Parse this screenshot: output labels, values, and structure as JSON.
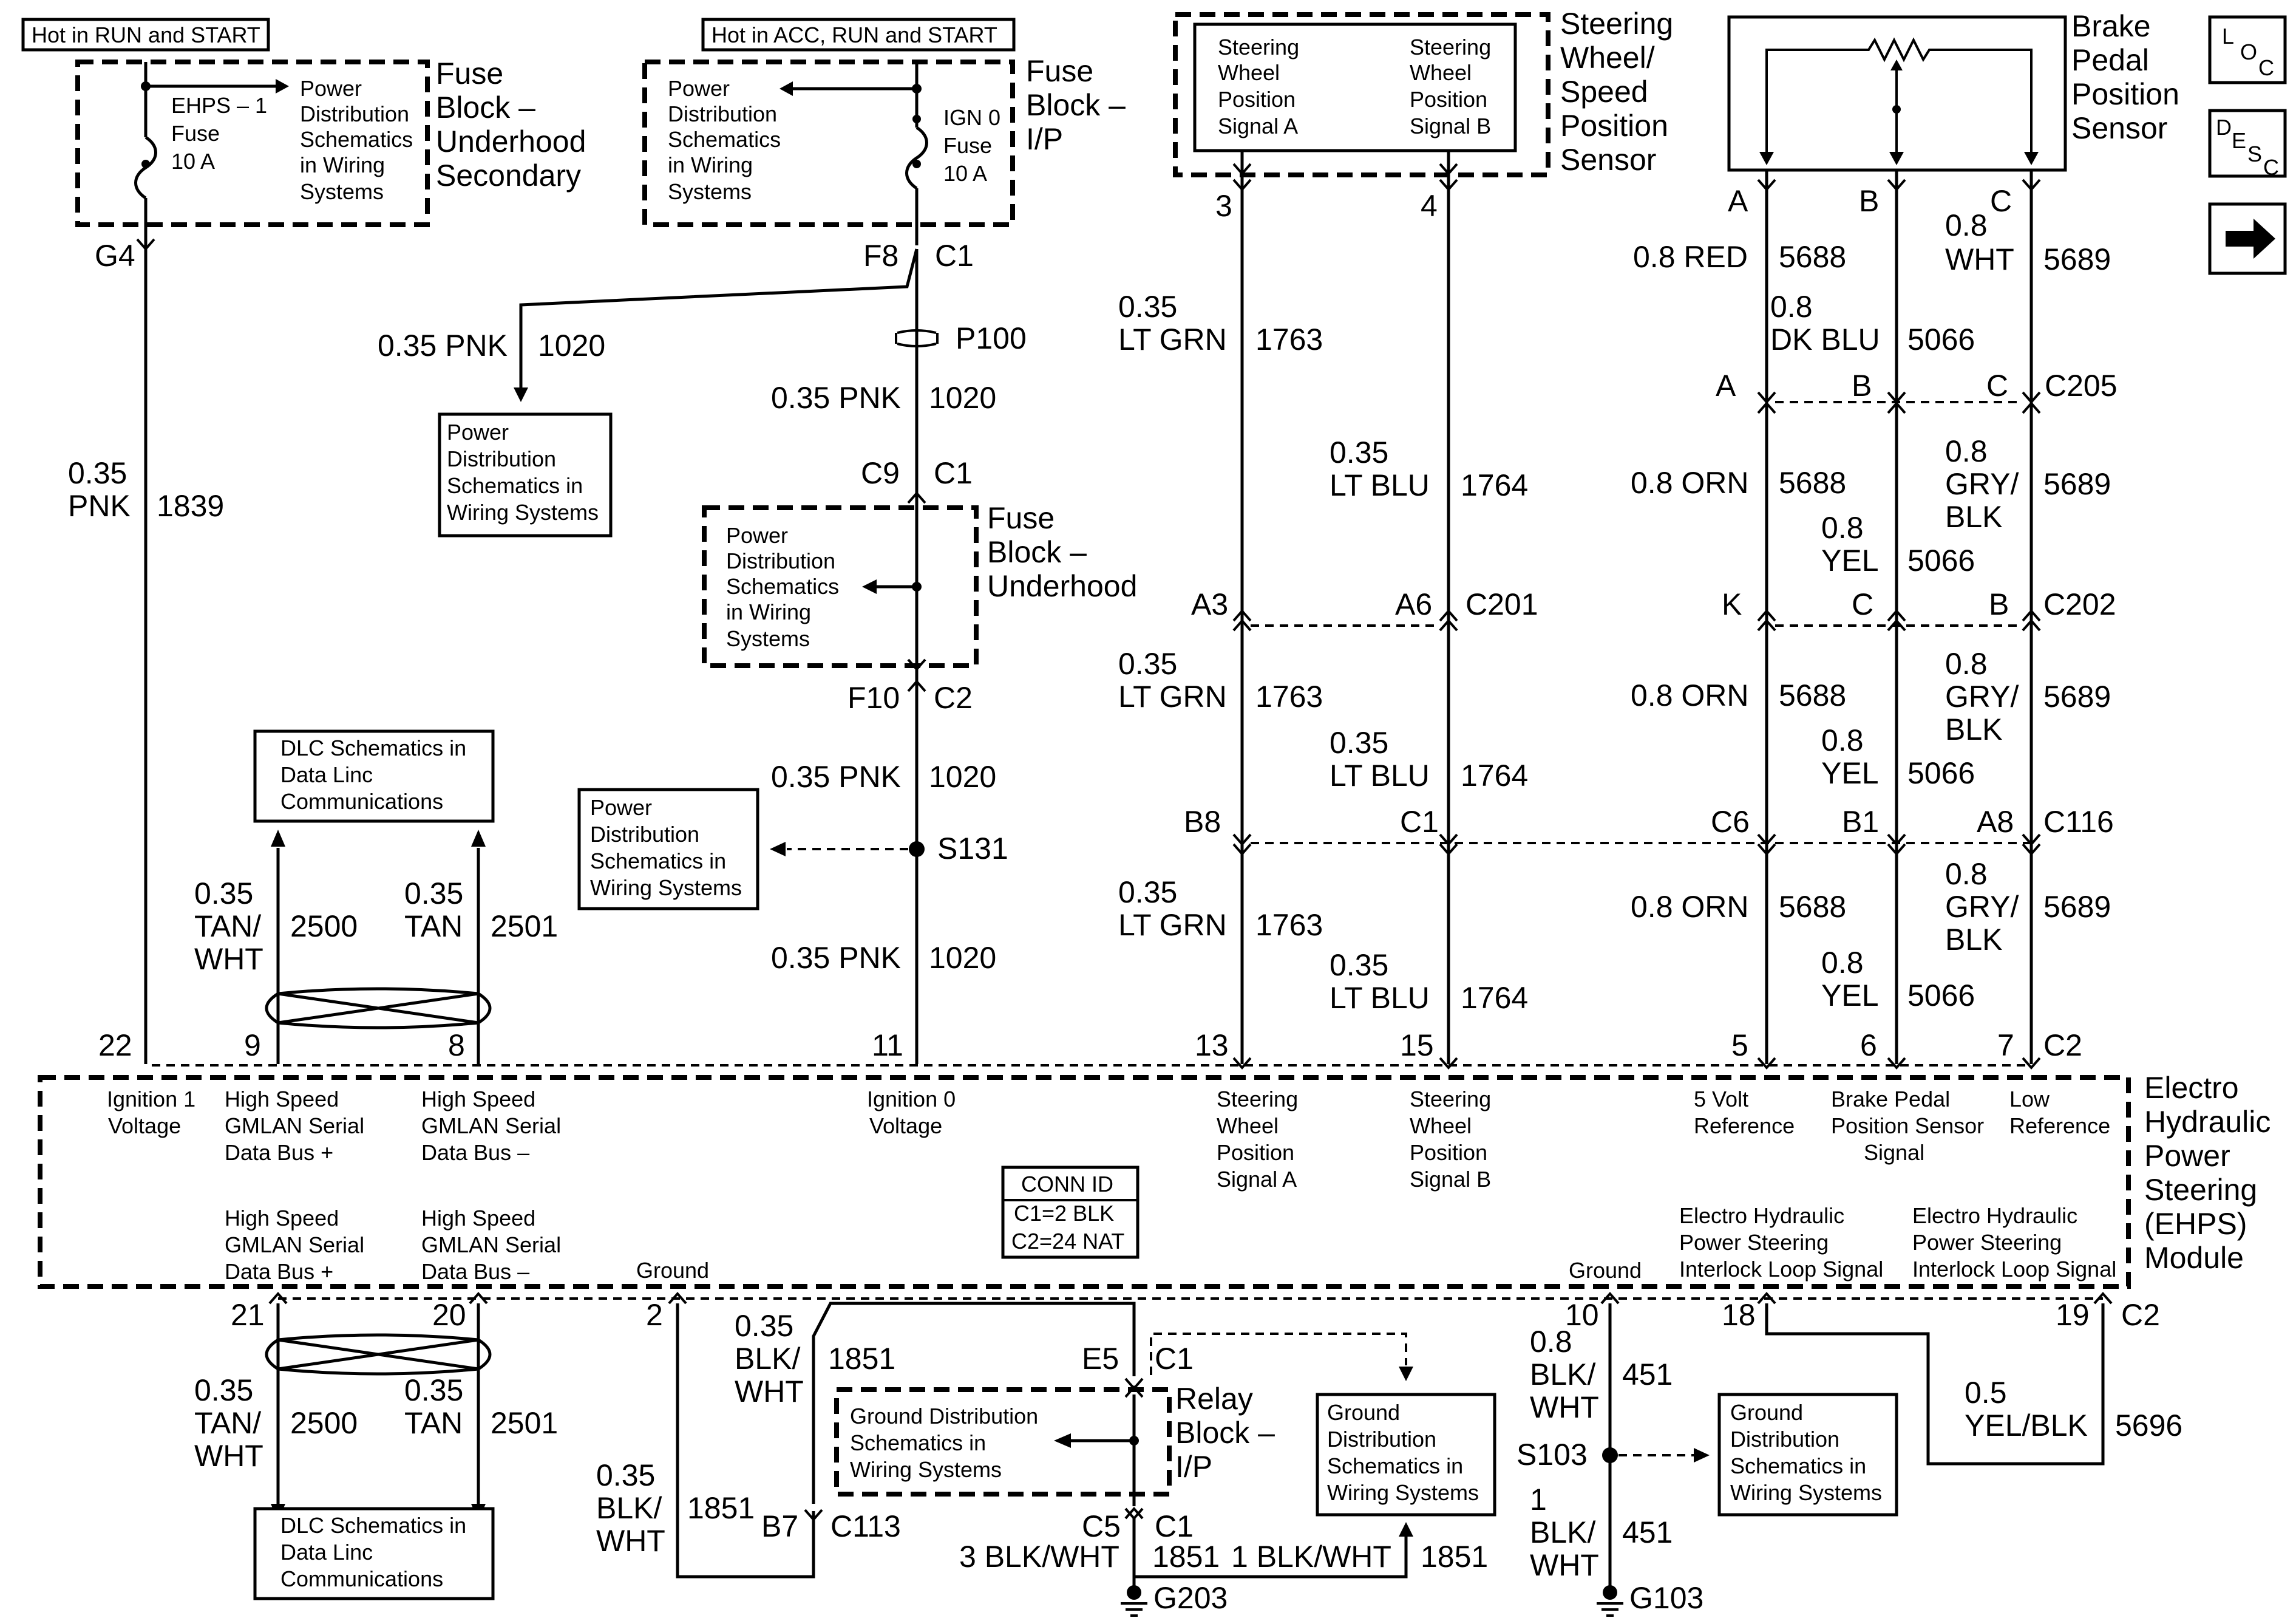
{
  "hot_labels": [
    "Hot in RUN and START",
    "Hot in ACC, RUN and START"
  ],
  "fuse_underhood_secondary": {
    "fuse_label": [
      "EHPS – 1",
      "Fuse",
      "10 A"
    ],
    "ref": [
      "Power",
      "Distribution",
      "Schematics",
      "in Wiring",
      "Systems"
    ],
    "title": [
      "Fuse",
      "Block –",
      "Underhood",
      "Secondary"
    ],
    "terminal": "G4"
  },
  "fuse_ip": {
    "ref": [
      "Power",
      "Distribution",
      "Schematics",
      "in Wiring",
      "Systems"
    ],
    "fuse_label": [
      "IGN 0",
      "Fuse",
      "10 A"
    ],
    "title": [
      "Fuse",
      "Block –",
      "I/P"
    ],
    "terminal": "F8",
    "connector": "C1"
  },
  "left_wire": {
    "size": "0.35",
    "color": "PNK",
    "circuit": "1839"
  },
  "pnk_branch": {
    "label": "0.35 PNK",
    "circuit": "1020",
    "ref": [
      "Power",
      "Distribution",
      "Schematics in",
      "Wiring Systems"
    ]
  },
  "p100": "P100",
  "pnk_1020": {
    "label": "0.35 PNK",
    "circuit": "1020"
  },
  "c9": {
    "pin": "C9",
    "conn": "C1"
  },
  "fuse_underhood": {
    "ref": [
      "Power",
      "Distribution",
      "Schematics",
      "in Wiring",
      "Systems"
    ],
    "title": [
      "Fuse",
      "Block –",
      "Underhood"
    ]
  },
  "f10": {
    "pin": "F10",
    "conn": "C2"
  },
  "s131": {
    "label": "S131",
    "ref": [
      "Power",
      "Distribution",
      "Schematics in",
      "Wiring Systems"
    ]
  },
  "dlc_ref": [
    "DLC Schematics in",
    "Data Linc",
    "Communications"
  ],
  "gmlan_top": {
    "w1": {
      "size": "0.35",
      "color": [
        "TAN/",
        "WHT"
      ],
      "circuit": "2500"
    },
    "w2": {
      "size": "0.35",
      "color": "TAN",
      "circuit": "2501"
    }
  },
  "sensor_steering": {
    "sig_a": [
      "Steering",
      "Wheel",
      "Position",
      "Signal A"
    ],
    "sig_b": [
      "Steering",
      "Wheel",
      "Position",
      "Signal B"
    ],
    "title": [
      "Steering",
      "Wheel/",
      "Speed",
      "Position",
      "Sensor"
    ],
    "pins": [
      "3",
      "4"
    ]
  },
  "sensor_brake": {
    "title": [
      "Brake",
      "Pedal",
      "Position",
      "Sensor"
    ],
    "pins": [
      "A",
      "B",
      "C"
    ]
  },
  "nav_icons": {
    "loc": [
      "L",
      "O",
      "C"
    ],
    "desc": [
      "D",
      "E",
      "S",
      "C"
    ],
    "arrow": "→"
  },
  "steer_wires": {
    "grn": {
      "size": "0.35",
      "color": "LT GRN",
      "circuit": "1763"
    },
    "blu": {
      "size": "0.35",
      "color": "LT BLU",
      "circuit": "1764"
    }
  },
  "brake_top": {
    "red": {
      "label": "0.8 RED",
      "circuit": "5688"
    },
    "dkblu": {
      "size": "0.8",
      "color": "DK BLU",
      "circuit": "5066"
    },
    "wht": {
      "size": "0.8",
      "color": "WHT",
      "circuit": "5689"
    }
  },
  "brake_mid": {
    "orn": {
      "label": "0.8 ORN",
      "circuit": "5688"
    },
    "yel": {
      "size": "0.8",
      "color": "YEL",
      "circuit": "5066"
    },
    "gry": {
      "size": "0.8",
      "color": [
        "GRY/",
        "BLK"
      ],
      "circuit": "5689"
    }
  },
  "connectors": {
    "c205": {
      "pins": [
        "A",
        "B",
        "C"
      ],
      "name": "C205"
    },
    "c201": {
      "pins": [
        "A3",
        "A6"
      ],
      "name": "C201"
    },
    "c202": {
      "pins": [
        "K",
        "C",
        "B"
      ],
      "name": "C202"
    },
    "c116": {
      "pins": [
        "B8",
        "C1",
        "C6",
        "B1",
        "A8"
      ],
      "name": "C116"
    }
  },
  "module_top_pins": {
    "p22": "22",
    "p9": "9",
    "p8": "8",
    "p11": "11",
    "p13": "13",
    "p15": "15",
    "p5": "5",
    "p6": "6",
    "p7": "7",
    "conn": "C2"
  },
  "module": {
    "title": [
      "Electro",
      "Hydraulic",
      "Power",
      "Steering",
      "(EHPS)",
      "Module"
    ],
    "labels_top": {
      "ign1": [
        "Ignition 1",
        "Voltage"
      ],
      "hs_plus": [
        "High Speed",
        "GMLAN Serial",
        "Data Bus +"
      ],
      "hs_minus": [
        "High Speed",
        "GMLAN Serial",
        "Data Bus –"
      ],
      "ign0": [
        "Ignition 0",
        "Voltage"
      ],
      "swa": [
        "Steering",
        "Wheel",
        "Position",
        "Signal A"
      ],
      "swb": [
        "Steering",
        "Wheel",
        "Position",
        "Signal B"
      ],
      "vref": [
        "5 Volt",
        "Reference"
      ],
      "bpps": [
        "Brake Pedal",
        "Position Sensor",
        "Signal"
      ],
      "lowref": [
        "Low",
        "Reference"
      ]
    },
    "labels_bottom": {
      "hs_plus": [
        "High Speed",
        "GMLAN Serial",
        "Data Bus +"
      ],
      "hs_minus": [
        "High Speed",
        "GMLAN Serial",
        "Data Bus –"
      ],
      "gnd1": "Ground",
      "gnd2": "Ground",
      "il1": [
        "Electro Hydraulic",
        "Power Steering",
        "Interlock Loop Signal"
      ],
      "il2": [
        "Electro Hydraulic",
        "Power Steering",
        "Interlock Loop Signal"
      ]
    },
    "conn_id": [
      "CONN ID",
      "C1=2 BLK",
      "C2=24 NAT"
    ]
  },
  "module_bottom_pins": {
    "p21": "21",
    "p20": "20",
    "p2": "2",
    "p10": "10",
    "p18": "18",
    "p19": "19",
    "conn": "C2"
  },
  "gmlan_bottom": {
    "w1": {
      "size": "0.35",
      "color": [
        "TAN/",
        "WHT"
      ],
      "circuit": "2500"
    },
    "w2": {
      "size": "0.35",
      "color": "TAN",
      "circuit": "2501"
    }
  },
  "ground_1851": {
    "w_top": {
      "size": "0.35",
      "color": [
        "BLK/",
        "WHT"
      ],
      "circuit": "1851"
    },
    "w_left": {
      "size": "0.35",
      "color": [
        "BLK/",
        "WHT"
      ],
      "circuit": "1851"
    },
    "b7": "B7",
    "c113": "C113",
    "e5": "E5",
    "c1a": "C1",
    "c5": "C5",
    "c1b": "C1",
    "relay_title": [
      "Relay",
      "Block –",
      "I/P"
    ],
    "gd_ref": [
      "Ground Distribution",
      "Schematics in",
      "Wiring Systems"
    ],
    "gd_ref2": [
      "Ground",
      "Distribution",
      "Schematics in",
      "Wiring Systems"
    ],
    "bottom_left": "3 BLK/WHT",
    "bottom_circ": "1851",
    "bottom_right": "1 BLK/WHT",
    "bottom_circ2": "1851",
    "g203": "G203"
  },
  "ground_451": {
    "w_top": {
      "size": "0.8",
      "color": [
        "BLK/",
        "WHT"
      ],
      "circuit": "451"
    },
    "s103": "S103",
    "w_bot": {
      "size": "1",
      "color": [
        "BLK/",
        "WHT"
      ],
      "circuit": "451"
    },
    "g103": "G103",
    "ref": [
      "Ground",
      "Distribution",
      "Schematics in",
      "Wiring Systems"
    ]
  },
  "interlock": {
    "size": "0.5",
    "color": "YEL/BLK",
    "circuit": "5696"
  }
}
